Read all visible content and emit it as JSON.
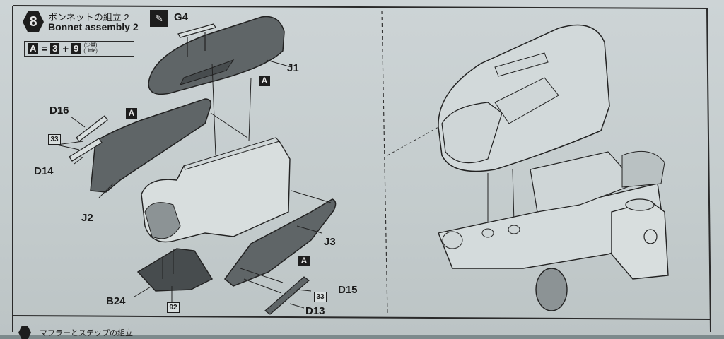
{
  "step": {
    "number": "8",
    "title_jp": "ボンネットの組立 2",
    "title_en": "Bonnet assembly 2"
  },
  "formula": {
    "result": "A",
    "equals": "=",
    "first": "3",
    "plus": "+",
    "second": "9",
    "note_jp": "(少量)",
    "note_en": "(Little)"
  },
  "parts": {
    "g4": "G4",
    "j1": "J1",
    "d16": "D16",
    "d14": "D14",
    "j2": "J2",
    "j3": "J3",
    "b24": "B24",
    "d15": "D15",
    "d13": "D13"
  },
  "paint_codes": {
    "a_box": "A",
    "num_33": "33",
    "num_92": "92"
  },
  "icons": {
    "glue": "glue-icon",
    "step_badge": "hexagon-step-badge"
  },
  "next_step": {
    "title_jp": "マフラーとステップの組立"
  },
  "colors": {
    "paper": "#c8d0d2",
    "ink": "#1d1d1d",
    "part_fill": "#5f6567"
  }
}
